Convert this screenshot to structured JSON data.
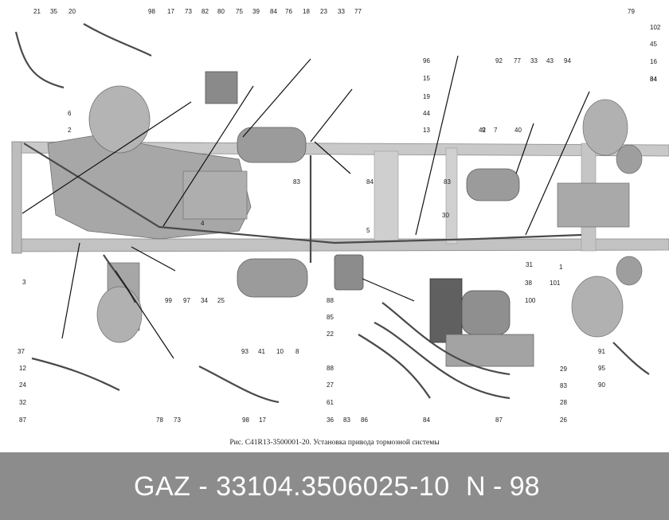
{
  "caption": "Рис. С41R13-3500001-20. Установка привода тормозной системы",
  "footer": {
    "part_number": "GAZ - 33104.3506025-10",
    "position": "N - 98"
  },
  "colors": {
    "footer_bg": "#8c8c8c",
    "part_gray": "#9a9a9a",
    "frame_gray": "#b8b8b8"
  },
  "callouts": [
    "21",
    "35",
    "20",
    "98",
    "17",
    "73",
    "82",
    "80",
    "75",
    "39",
    "84",
    "76",
    "18",
    "23",
    "33",
    "77",
    "79",
    "102",
    "45",
    "16",
    "84",
    "96",
    "15",
    "19",
    "44",
    "13",
    "92",
    "77",
    "33",
    "43",
    "94",
    "84",
    "6",
    "2",
    "83",
    "84",
    "9",
    "42",
    "7",
    "40",
    "83",
    "30",
    "31",
    "1",
    "101",
    "4",
    "5",
    "3",
    "99",
    "97",
    "34",
    "25",
    "93",
    "41",
    "10",
    "8",
    "38",
    "100",
    "88",
    "85",
    "22",
    "88",
    "27",
    "61",
    "36",
    "83",
    "86",
    "84",
    "87",
    "29",
    "83",
    "28",
    "26",
    "37",
    "12",
    "24",
    "32",
    "87",
    "78",
    "73",
    "98",
    "17",
    "91",
    "95",
    "90"
  ]
}
